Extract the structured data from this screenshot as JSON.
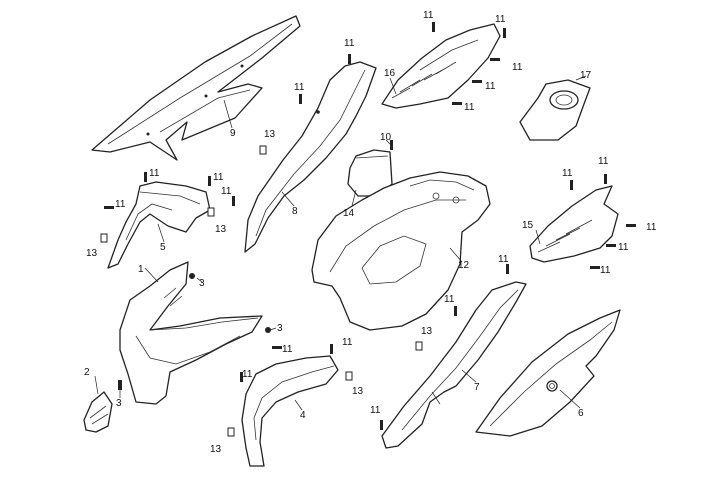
{
  "parts": [
    {
      "id": "p1",
      "num": "1"
    },
    {
      "id": "p2",
      "num": "2"
    },
    {
      "id": "p3a",
      "num": "3"
    },
    {
      "id": "p3b",
      "num": "3"
    },
    {
      "id": "p3c",
      "num": "3"
    },
    {
      "id": "p4",
      "num": "4"
    },
    {
      "id": "p5",
      "num": "5"
    },
    {
      "id": "p6",
      "num": "6"
    },
    {
      "id": "p7",
      "num": "7"
    },
    {
      "id": "p8",
      "num": "8"
    },
    {
      "id": "p9",
      "num": "9"
    },
    {
      "id": "p10",
      "num": "10"
    },
    {
      "id": "p12",
      "num": "12"
    },
    {
      "id": "p14",
      "num": "14"
    },
    {
      "id": "p15",
      "num": "15"
    },
    {
      "id": "p16",
      "num": "16"
    },
    {
      "id": "p17",
      "num": "17"
    }
  ],
  "screw_label": "11",
  "clip_label": "13"
}
